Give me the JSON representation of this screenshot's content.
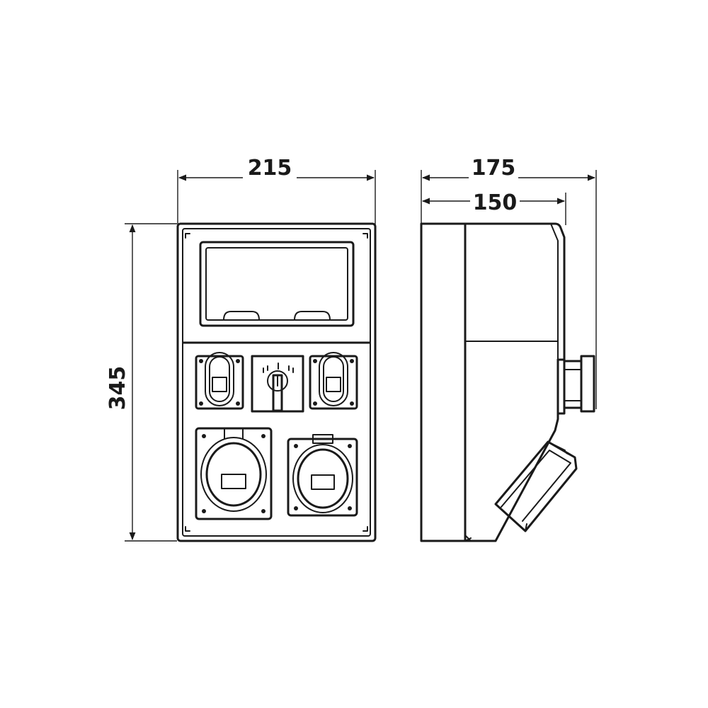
{
  "dimensions": {
    "front_width": "215",
    "height": "345",
    "side_total_depth": "175",
    "side_body_depth": "150"
  },
  "colors": {
    "line": "#1a1a1a",
    "background": "#ffffff"
  }
}
